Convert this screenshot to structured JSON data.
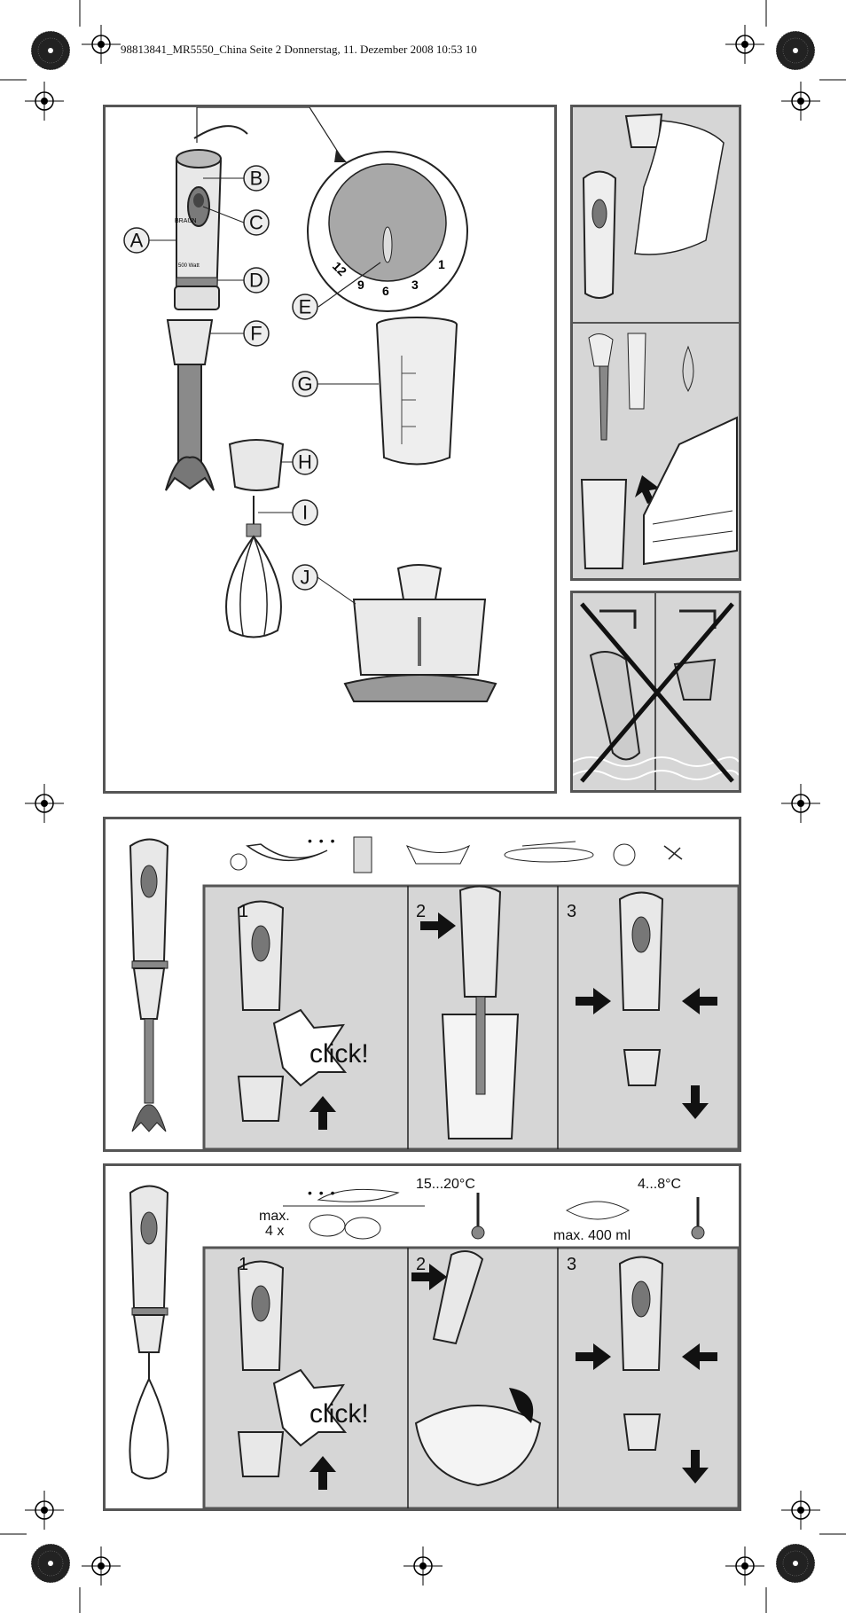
{
  "header": {
    "print_line": "98813841_MR5550_China  Seite 2  Donnerstag, 11. Dezember 2008  10:53 10"
  },
  "parts_diagram": {
    "labels": [
      "A",
      "B",
      "C",
      "D",
      "E",
      "F",
      "G",
      "H",
      "I",
      "J"
    ],
    "dial_numbers": [
      "1",
      "3",
      "6",
      "9",
      "12"
    ],
    "brand_text": "BRAUN",
    "power_text": "500 Watt"
  },
  "section_blender": {
    "ellipsis": "• • •",
    "steps": [
      "1",
      "2",
      "3"
    ],
    "click_text": "click!"
  },
  "section_whisk": {
    "ellipsis": "• • •",
    "max_eggs": "max.",
    "eggs_count": "4 x",
    "temp_eggs": "15...20°C",
    "temp_cream": "4...8°C",
    "max_cream": "max. 400 ml",
    "steps": [
      "1",
      "2",
      "3"
    ],
    "click_text": "click!"
  },
  "colors": {
    "panel_border": "#555555",
    "panel_gray": "#d6d6d6",
    "appliance_body": "#e8e8e8",
    "appliance_dark": "#8a8a8a"
  }
}
